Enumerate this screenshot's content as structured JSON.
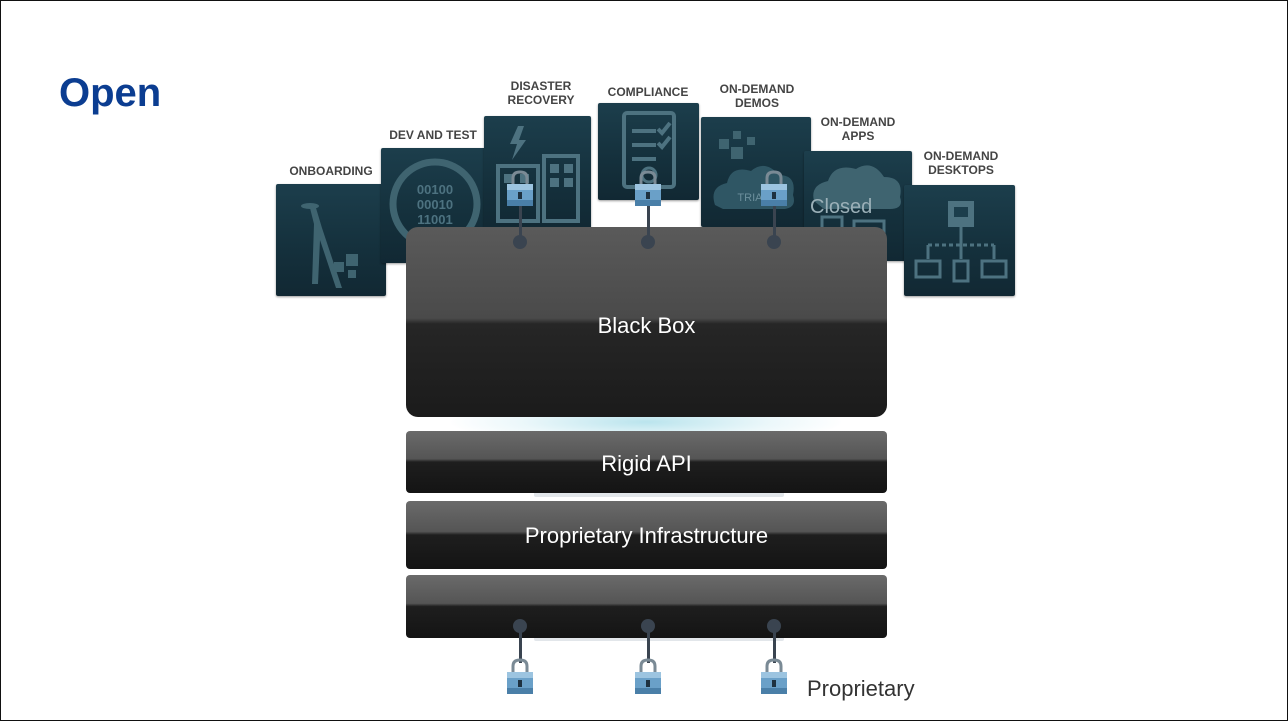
{
  "slide": {
    "title": "Open",
    "bottom_label": "Proprietary"
  },
  "use_cases": [
    {
      "label": "ONBOARDING",
      "icon": "onboarding-icon"
    },
    {
      "label": "DEV AND TEST",
      "icon": "binary-cycle-icon",
      "binary": "00100\n00010\n11001"
    },
    {
      "label": "DISASTER\nRECOVERY",
      "icon": "building-lightning-icon"
    },
    {
      "label": "COMPLIANCE",
      "icon": "checklist-icon"
    },
    {
      "label": "ON-DEMAND\nDEMOS",
      "icon": "demo-cloud-icon",
      "badge": "TRIAL"
    },
    {
      "label": "ON-DEMAND\nAPPS",
      "icon": "cloud-apps-icon",
      "overlay": "Closed"
    },
    {
      "label": "ON-DEMAND\nDESKTOPS",
      "icon": "desktops-network-icon"
    }
  ],
  "stack": {
    "black_box": "Black Box",
    "api": "Rigid API",
    "infrastructure": "Proprietary Infrastructure",
    "base": ""
  },
  "colors": {
    "title": "#0b3d91",
    "tile": "#1c3e4c",
    "bar_dark": "#1b1b1b",
    "lock_body": "#6aa0c8",
    "connector": "#3a4450"
  }
}
